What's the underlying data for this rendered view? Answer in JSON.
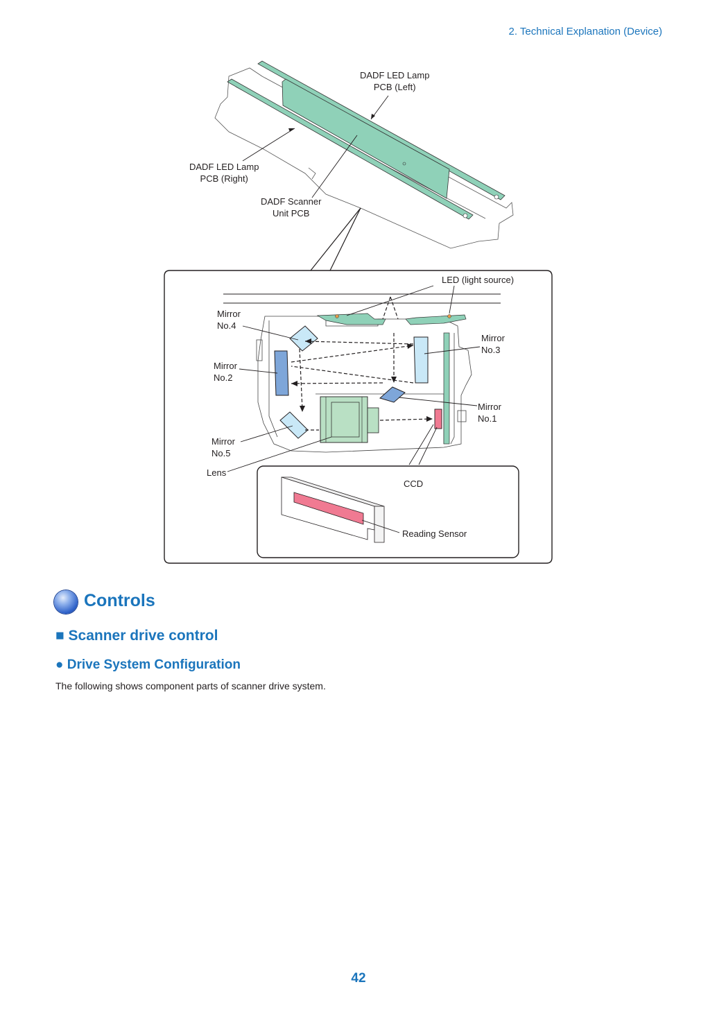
{
  "header": {
    "section": "2. Technical Explanation (Device)"
  },
  "figure": {
    "labels": {
      "led_pcb_left": "DADF LED Lamp\nPCB (Left)",
      "led_pcb_right": "DADF LED Lamp\nPCB (Right)",
      "scanner_unit_pcb": "DADF Scanner\nUnit PCB",
      "led_light_source": "LED (light source)",
      "mirror_4": "Mirror\nNo.4",
      "mirror_3": "Mirror\nNo.3",
      "mirror_2": "Mirror\nNo.2",
      "mirror_1": "Mirror\nNo.1",
      "mirror_5": "Mirror\nNo.5",
      "lens": "Lens",
      "ccd": "CCD",
      "reading_sensor": "Reading Sensor"
    },
    "colors": {
      "pcb_green": "#8fd1b8",
      "mirror_light": "#c9e8f7",
      "mirror_dark": "#7ea6d9",
      "lens_green": "#b9e0c4",
      "sensor_pink": "#f07a92"
    }
  },
  "sections": {
    "controls_title": "Controls",
    "scanner_drive_title": "■ Scanner drive control",
    "drive_config_title": "● Drive System Configuration",
    "drive_config_text": "The following shows component parts of scanner drive system."
  },
  "page": {
    "number": "42"
  }
}
